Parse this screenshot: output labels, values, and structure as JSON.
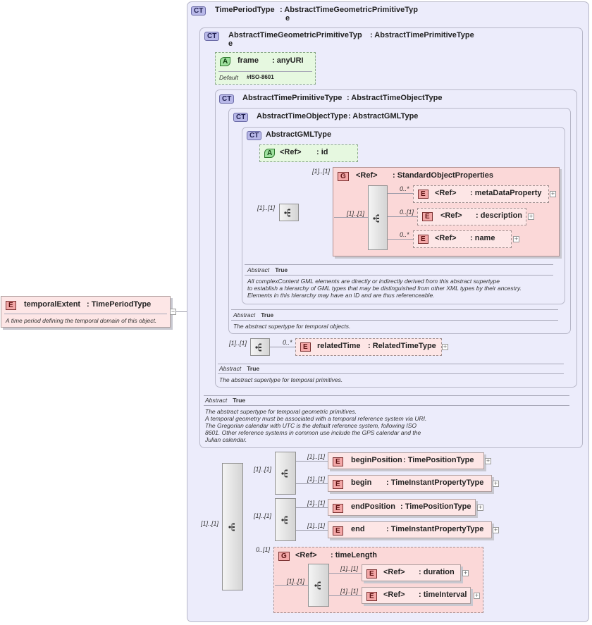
{
  "root": {
    "badge": "E",
    "name": "temporalExtent",
    "type": ": TimePeriodType",
    "doc": "A time period defining the temporal domain of this object."
  },
  "time_period_type": {
    "badge": "CT",
    "name": "TimePeriodType",
    "base_line1": ": AbstractTimeGeometricPrimitiveTyp",
    "base_line2": "e"
  },
  "geo_primitive": {
    "badge": "CT",
    "name_line1": "AbstractTimeGeometricPrimitiveTyp",
    "name_line2": "e",
    "base": ": AbstractTimePrimitiveType",
    "frame_attr": {
      "badge": "A",
      "name": "frame",
      "type": ": anyURI",
      "default_label": "Default",
      "default_value": "#ISO-8601"
    },
    "annotation": {
      "label": "Abstract",
      "value": "True",
      "lines": [
        "The abstract supertype for temporal geometric primitives.",
        "A temporal geometry must be associated with a temporal reference system via URI.",
        "The Gregorian calendar with UTC is the default reference system, following ISO",
        "8601. Other reference systems in common use include the GPS calendar and the",
        "Julian calendar."
      ]
    }
  },
  "primitive": {
    "badge": "CT",
    "name": "AbstractTimePrimitiveType",
    "base": ": AbstractTimeObjectType",
    "related": {
      "occ_seq": "[1]..[1]",
      "occ": "0..*",
      "badge": "E",
      "name": "relatedTime",
      "type": ": RelatedTimeType"
    },
    "annotation": {
      "label": "Abstract",
      "value": "True",
      "text": "The abstract supertype for temporal primitives."
    }
  },
  "time_object": {
    "badge": "CT",
    "name": "AbstractTimeObjectType",
    "base": ": AbstractGMLType",
    "annotation": {
      "label": "Abstract",
      "value": "True",
      "text": "The abstract supertype for temporal objects."
    }
  },
  "gml_type": {
    "badge": "CT",
    "name": "AbstractGMLType",
    "id_attr": {
      "badge": "A",
      "name": "<Ref>",
      "type": ": id"
    },
    "group": {
      "occ": "[1]..[1]",
      "badge": "G",
      "name": "<Ref>",
      "type": ": StandardObjectProperties",
      "seq_occ_outer": "[1]..[1]",
      "seq_occ_inner": "[1]..[1]",
      "items": [
        {
          "occ": "0..*",
          "badge": "E",
          "name": "<Ref>",
          "type": ": metaDataProperty"
        },
        {
          "occ": "0..[1]",
          "badge": "E",
          "name": "<Ref>",
          "type": ": description"
        },
        {
          "occ": "0..*",
          "badge": "E",
          "name": "<Ref>",
          "type": ": name"
        }
      ]
    },
    "annotation": {
      "label": "Abstract",
      "value": "True",
      "lines": [
        "All complexContent GML elements are directly or indirectly derived from this abstract supertype",
        "to establish a hierarchy of GML types that may be distinguished from other XML types by their ancestry.",
        "Elements in this hierarchy may have an ID and are thus referenceable."
      ]
    }
  },
  "choice": {
    "occ": "[1]..[1]",
    "seq1": {
      "occ": "[1]..[1]",
      "items": [
        {
          "occ": "[1]..[1]",
          "badge": "E",
          "name": "beginPosition",
          "type": ": TimePositionType"
        },
        {
          "occ": "[1]..[1]",
          "badge": "E",
          "name": "begin",
          "type": ": TimeInstantPropertyType"
        }
      ]
    },
    "seq2": {
      "occ": "[1]..[1]",
      "items": [
        {
          "occ": "[1]..[1]",
          "badge": "E",
          "name": "endPosition",
          "type": ": TimePositionType"
        },
        {
          "occ": "[1]..[1]",
          "badge": "E",
          "name": "end",
          "type": ": TimeInstantPropertyType"
        }
      ]
    },
    "time_length": {
      "occ": "0..[1]",
      "badge": "G",
      "name": "<Ref>",
      "type": ": timeLength",
      "seq_occ": "[1]..[1]",
      "items": [
        {
          "occ": "[1]..[1]",
          "badge": "E",
          "name": "<Ref>",
          "type": ": duration"
        },
        {
          "occ": "[1]..[1]",
          "badge": "E",
          "name": "<Ref>",
          "type": ": timeInterval"
        }
      ]
    }
  }
}
